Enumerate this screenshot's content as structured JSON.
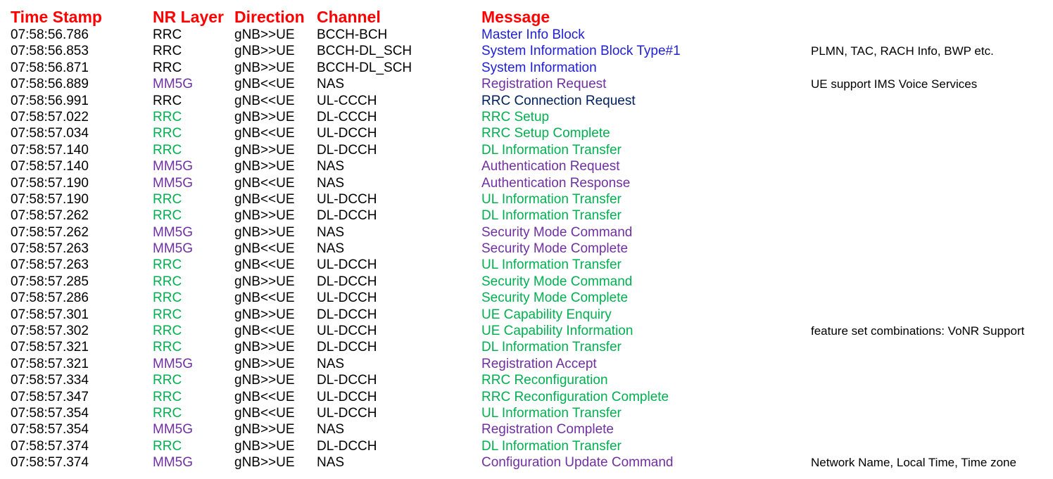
{
  "header": {
    "time_stamp": "Time Stamp",
    "nr_layer": "NR Layer",
    "direction": "Direction",
    "channel": "Channel",
    "message": "Message",
    "color": "#ff0000"
  },
  "colors": {
    "default": "#000000",
    "mm5g": "#7030a0",
    "rrc_green": "#00b050",
    "blue": "#1f1fd6",
    "dark_navy": "#002060"
  },
  "rows": [
    {
      "time": "07:58:56.786",
      "layer": "RRC",
      "dir": "gNB>>UE",
      "channel": "BCCH-BCH",
      "message": "Master Info Block",
      "note": "",
      "layer_color": "#000000",
      "msg_color": "#1f1fd6"
    },
    {
      "time": "07:58:56.853",
      "layer": "RRC",
      "dir": "gNB>>UE",
      "channel": "BCCH-DL_SCH",
      "message": "System Information Block Type#1",
      "note": "PLMN, TAC, RACH Info, BWP etc.",
      "layer_color": "#000000",
      "msg_color": "#1f1fd6"
    },
    {
      "time": "07:58:56.871",
      "layer": "RRC",
      "dir": "gNB>>UE",
      "channel": "BCCH-DL_SCH",
      "message": "System Information",
      "note": "",
      "layer_color": "#000000",
      "msg_color": "#1f1fd6"
    },
    {
      "time": "07:58:56.889",
      "layer": "MM5G",
      "dir": "gNB<<UE",
      "channel": "NAS",
      "message": "Registration Request",
      "note": "UE support IMS Voice Services",
      "layer_color": "#7030a0",
      "msg_color": "#7030a0"
    },
    {
      "time": "07:58:56.991",
      "layer": "RRC",
      "dir": "gNB<<UE",
      "channel": "UL-CCCH",
      "message": "RRC Connection Request",
      "note": "",
      "layer_color": "#000000",
      "msg_color": "#002060"
    },
    {
      "time": "07:58:57.022",
      "layer": "RRC",
      "dir": "gNB>>UE",
      "channel": "DL-CCCH",
      "message": "RRC Setup",
      "note": "",
      "layer_color": "#00b050",
      "msg_color": "#00b050"
    },
    {
      "time": "07:58:57.034",
      "layer": "RRC",
      "dir": "gNB<<UE",
      "channel": "UL-DCCH",
      "message": "RRC Setup Complete",
      "note": "",
      "layer_color": "#00b050",
      "msg_color": "#00b050"
    },
    {
      "time": "07:58:57.140",
      "layer": "RRC",
      "dir": "gNB>>UE",
      "channel": "DL-DCCH",
      "message": "DL Information Transfer",
      "note": "",
      "layer_color": "#00b050",
      "msg_color": "#00b050"
    },
    {
      "time": "07:58:57.140",
      "layer": "MM5G",
      "dir": "gNB>>UE",
      "channel": "NAS",
      "message": "Authentication Request",
      "note": "",
      "layer_color": "#7030a0",
      "msg_color": "#7030a0"
    },
    {
      "time": "07:58:57.190",
      "layer": "MM5G",
      "dir": "gNB<<UE",
      "channel": "NAS",
      "message": "Authentication Response",
      "note": "",
      "layer_color": "#7030a0",
      "msg_color": "#7030a0"
    },
    {
      "time": "07:58:57.190",
      "layer": "RRC",
      "dir": "gNB<<UE",
      "channel": "UL-DCCH",
      "message": "UL Information Transfer",
      "note": "",
      "layer_color": "#00b050",
      "msg_color": "#00b050"
    },
    {
      "time": "07:58:57.262",
      "layer": "RRC",
      "dir": "gNB>>UE",
      "channel": "DL-DCCH",
      "message": "DL Information Transfer",
      "note": "",
      "layer_color": "#00b050",
      "msg_color": "#00b050"
    },
    {
      "time": "07:58:57.262",
      "layer": "MM5G",
      "dir": "gNB>>UE",
      "channel": "NAS",
      "message": "Security Mode Command",
      "note": "",
      "layer_color": "#7030a0",
      "msg_color": "#7030a0"
    },
    {
      "time": "07:58:57.263",
      "layer": "MM5G",
      "dir": "gNB<<UE",
      "channel": "NAS",
      "message": "Security Mode Complete",
      "note": "",
      "layer_color": "#7030a0",
      "msg_color": "#7030a0"
    },
    {
      "time": "07:58:57.263",
      "layer": "RRC",
      "dir": "gNB<<UE",
      "channel": "UL-DCCH",
      "message": "UL Information Transfer",
      "note": "",
      "layer_color": "#00b050",
      "msg_color": "#00b050"
    },
    {
      "time": "07:58:57.285",
      "layer": "RRC",
      "dir": "gNB>>UE",
      "channel": "DL-DCCH",
      "message": "Security Mode Command",
      "note": "",
      "layer_color": "#00b050",
      "msg_color": "#00b050"
    },
    {
      "time": "07:58:57.286",
      "layer": "RRC",
      "dir": "gNB<<UE",
      "channel": "UL-DCCH",
      "message": "Security Mode Complete",
      "note": "",
      "layer_color": "#00b050",
      "msg_color": "#00b050"
    },
    {
      "time": "07:58:57.301",
      "layer": "RRC",
      "dir": "gNB>>UE",
      "channel": "DL-DCCH",
      "message": "UE Capability Enquiry",
      "note": "",
      "layer_color": "#00b050",
      "msg_color": "#00b050"
    },
    {
      "time": "07:58:57.302",
      "layer": "RRC",
      "dir": "gNB<<UE",
      "channel": "UL-DCCH",
      "message": "UE Capability Information",
      "note": "feature set combinations: VoNR Support",
      "layer_color": "#00b050",
      "msg_color": "#00b050"
    },
    {
      "time": "07:58:57.321",
      "layer": "RRC",
      "dir": "gNB>>UE",
      "channel": "DL-DCCH",
      "message": "DL Information Transfer",
      "note": "",
      "layer_color": "#00b050",
      "msg_color": "#00b050"
    },
    {
      "time": "07:58:57.321",
      "layer": "MM5G",
      "dir": "gNB>>UE",
      "channel": "NAS",
      "message": "Registration Accept",
      "note": "",
      "layer_color": "#7030a0",
      "msg_color": "#7030a0"
    },
    {
      "time": "07:58:57.334",
      "layer": "RRC",
      "dir": "gNB>>UE",
      "channel": "DL-DCCH",
      "message": "RRC Reconfiguration",
      "note": "",
      "layer_color": "#00b050",
      "msg_color": "#00b050"
    },
    {
      "time": "07:58:57.347",
      "layer": "RRC",
      "dir": "gNB<<UE",
      "channel": "UL-DCCH",
      "message": "RRC Reconfiguration Complete",
      "note": "",
      "layer_color": "#00b050",
      "msg_color": "#00b050"
    },
    {
      "time": "07:58:57.354",
      "layer": "RRC",
      "dir": "gNB<<UE",
      "channel": "UL-DCCH",
      "message": "UL Information Transfer",
      "note": "",
      "layer_color": "#00b050",
      "msg_color": "#00b050"
    },
    {
      "time": "07:58:57.354",
      "layer": "MM5G",
      "dir": "gNB>>UE",
      "channel": "NAS",
      "message": "Registration Complete",
      "note": "",
      "layer_color": "#7030a0",
      "msg_color": "#7030a0"
    },
    {
      "time": "07:58:57.374",
      "layer": "RRC",
      "dir": "gNB>>UE",
      "channel": "DL-DCCH",
      "message": "DL Information Transfer",
      "note": "",
      "layer_color": "#00b050",
      "msg_color": "#00b050"
    },
    {
      "time": "07:58:57.374",
      "layer": "MM5G",
      "dir": "gNB>>UE",
      "channel": "NAS",
      "message": "Configuration Update Command",
      "note": "Network Name, Local Time, Time zone",
      "layer_color": "#7030a0",
      "msg_color": "#7030a0"
    }
  ]
}
